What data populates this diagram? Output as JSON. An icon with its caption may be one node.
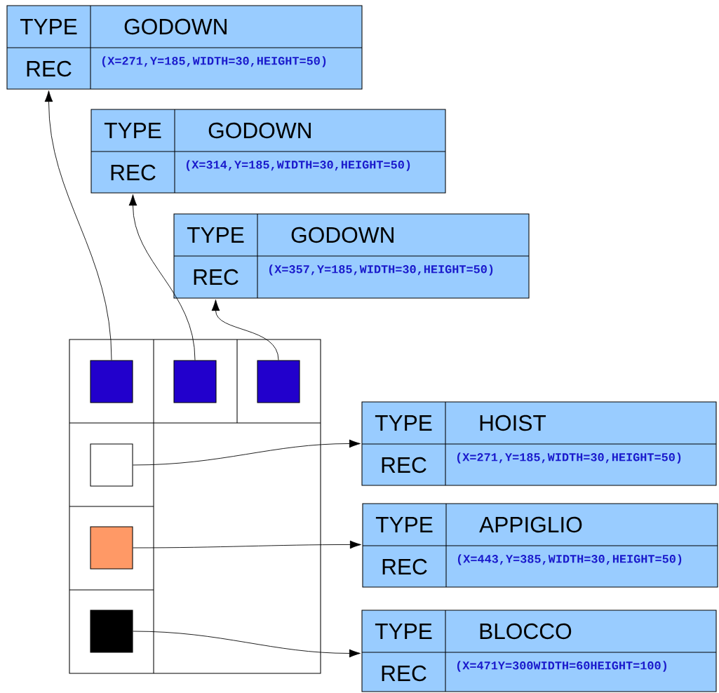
{
  "diagram": {
    "nodes": [
      {
        "text": [
          "TYPE",
          "GODOWN",
          "REC",
          "(X=271,Y=185,WIDTH=30,HEIGHT=50)"
        ]
      },
      {
        "text": [
          "TYPE",
          "GODOWN",
          "REC",
          "(X=314,Y=185,WIDTH=30,HEIGHT=50)"
        ]
      },
      {
        "text": [
          "TYPE",
          "GODOWN",
          "REC",
          "(X=357,Y=185,WIDTH=30,HEIGHT=50)"
        ]
      },
      {
        "text": [],
        "shape": "box"
      },
      {
        "text": [],
        "shape": "box",
        "in": 3
      },
      {
        "text": [],
        "shape": "box",
        "in": 3
      },
      {
        "text": [],
        "shape": "box",
        "in": 3
      },
      {
        "text": [],
        "shape": "box",
        "in": 3
      },
      {
        "text": [],
        "shape": "box",
        "in": 3
      },
      {
        "text": [],
        "shape": "box",
        "in": 3
      },
      {
        "text": [
          "TYPE",
          "HOIST",
          "REC",
          "(X=271,Y=185,WIDTH=30,HEIGHT=50)"
        ]
      },
      {
        "text": [
          "TYPE",
          "APPIGLIO",
          "REC",
          "(X=443,Y=385,WIDTH=30,HEIGHT=50)"
        ]
      },
      {
        "text": [
          "TYPE",
          "BLOCCO",
          "REC",
          "(X=471Y=300WIDTH=60HEIGHT=100)"
        ]
      }
    ],
    "edges": [
      {
        "from": 4,
        "to": 0,
        "arrow": "to"
      },
      {
        "from": 5,
        "to": 1,
        "arrow": "to"
      },
      {
        "from": 6,
        "to": 2,
        "arrow": "to"
      },
      {
        "from": 7,
        "to": 10,
        "arrow": "to"
      },
      {
        "from": 8,
        "to": 11,
        "arrow": "to"
      },
      {
        "from": 9,
        "to": 12,
        "arrow": "to"
      }
    ]
  }
}
